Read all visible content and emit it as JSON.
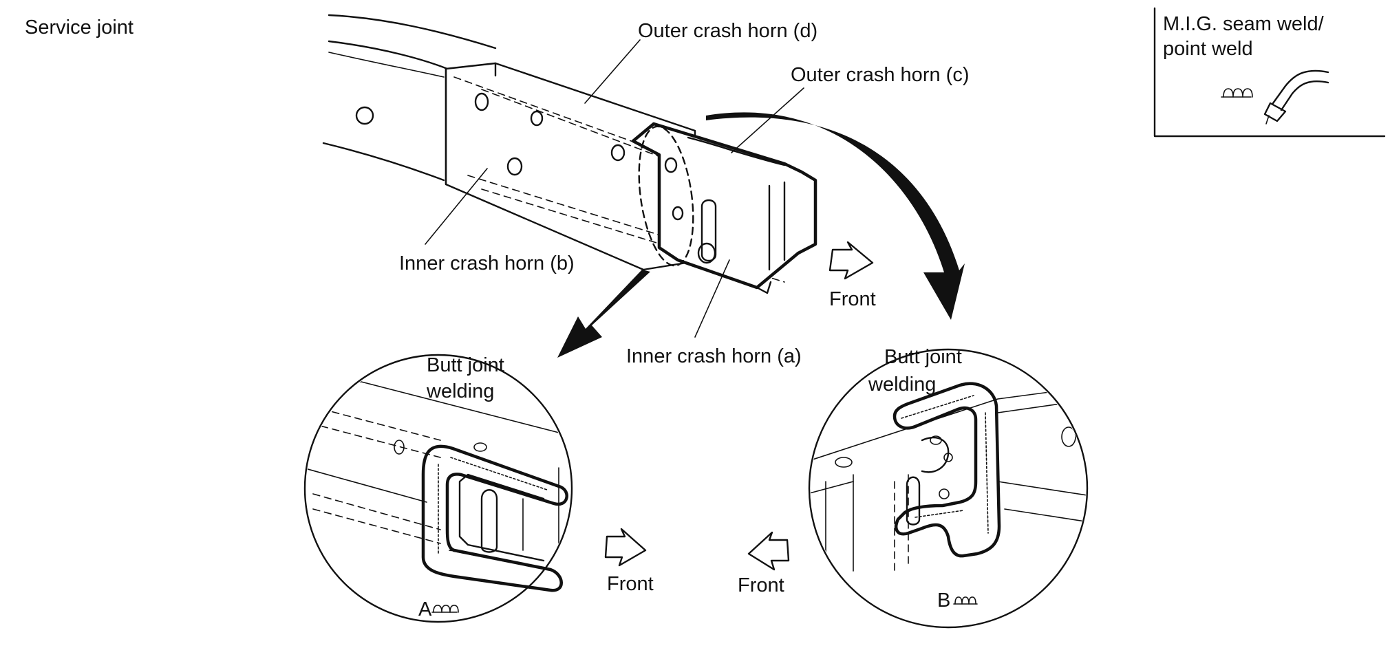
{
  "title": "Service joint",
  "legend": {
    "text_line1": "M.I.G. seam weld/",
    "text_line2": "point weld",
    "icon": "weld-torch-icon"
  },
  "labels": {
    "outer_d": "Outer crash horn (d)",
    "outer_c": "Outer crash horn (c)",
    "inner_b": "Inner crash horn (b)",
    "inner_a": "Inner crash horn (a)",
    "front_main": "Front",
    "front_left": "Front",
    "front_right": "Front",
    "butt_left_1": "Butt joint",
    "butt_left_2": "welding",
    "butt_right_1": "Butt joint",
    "butt_right_2": "welding",
    "weld_a": "A",
    "weld_b": "B"
  }
}
